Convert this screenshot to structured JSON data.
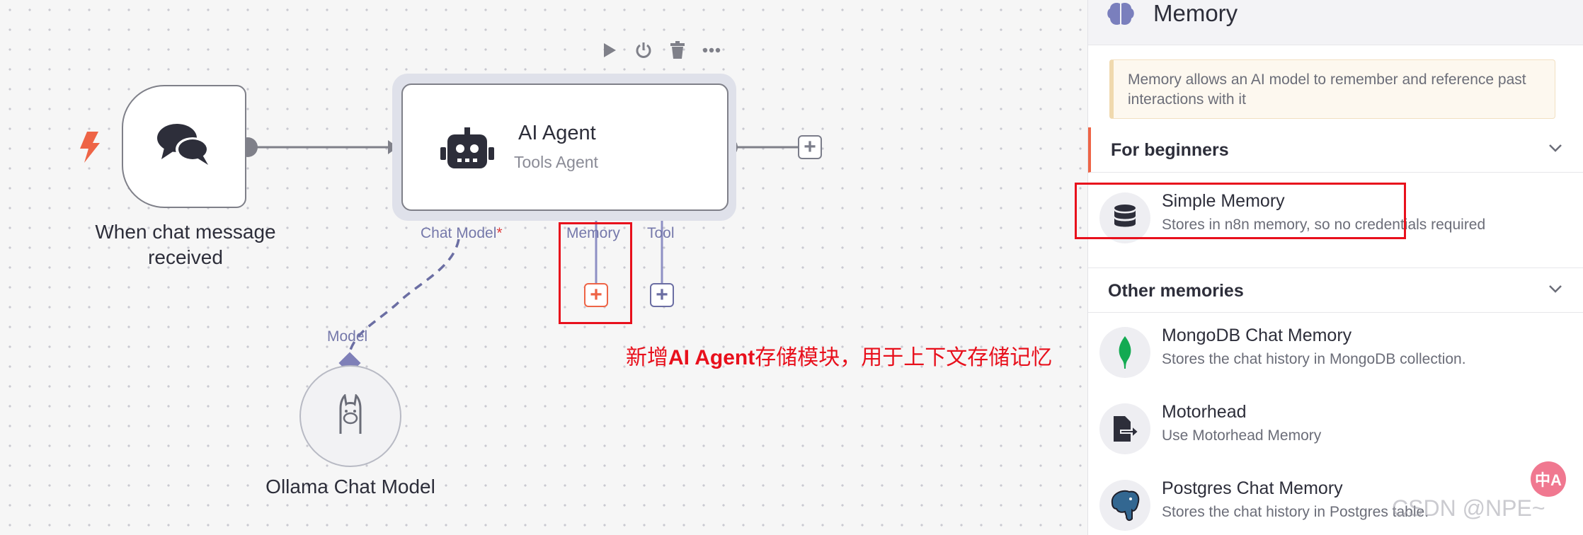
{
  "canvas": {
    "toolbar": {
      "play_icon": "play-icon",
      "power_icon": "power-icon",
      "delete_icon": "trash-icon",
      "more_icon": "more-icon"
    },
    "trigger_node": {
      "label_line1": "When chat message",
      "label_line2": "received"
    },
    "agent_node": {
      "title": "AI Agent",
      "subtitle": "Tools Agent",
      "connectors": {
        "chat_model": "Chat Model",
        "chat_model_required": "*",
        "memory": "Memory",
        "tool": "Tool"
      }
    },
    "ollama_node": {
      "connector_label": "Model",
      "label": "Ollama Chat Model"
    },
    "annotation": {
      "prefix": "新增",
      "bold": "AI Agent",
      "suffix": "存储模块，用于上下文存储记忆"
    }
  },
  "panel": {
    "title": "Memory",
    "notice": "Memory allows an AI model to remember and reference past interactions with it",
    "sections": [
      {
        "title": "For beginners",
        "items": [
          {
            "name": "Simple Memory",
            "desc": "Stores in n8n memory, so no credentials required",
            "icon": "database-icon"
          }
        ]
      },
      {
        "title": "Other memories",
        "items": [
          {
            "name": "MongoDB Chat Memory",
            "desc": "Stores the chat history in MongoDB collection.",
            "icon": "mongodb-leaf-icon"
          },
          {
            "name": "Motorhead",
            "desc": "Use Motorhead Memory",
            "icon": "motorhead-icon"
          },
          {
            "name": "Postgres Chat Memory",
            "desc": "Stores the chat history in Postgres table.",
            "icon": "postgres-elephant-icon"
          }
        ]
      }
    ]
  },
  "watermark": "CSDN @NPE~",
  "badge": "中A",
  "colors": {
    "accent_orange": "#ee6446",
    "connector_purple": "#7578aa",
    "annotation_red": "#e8101c"
  }
}
